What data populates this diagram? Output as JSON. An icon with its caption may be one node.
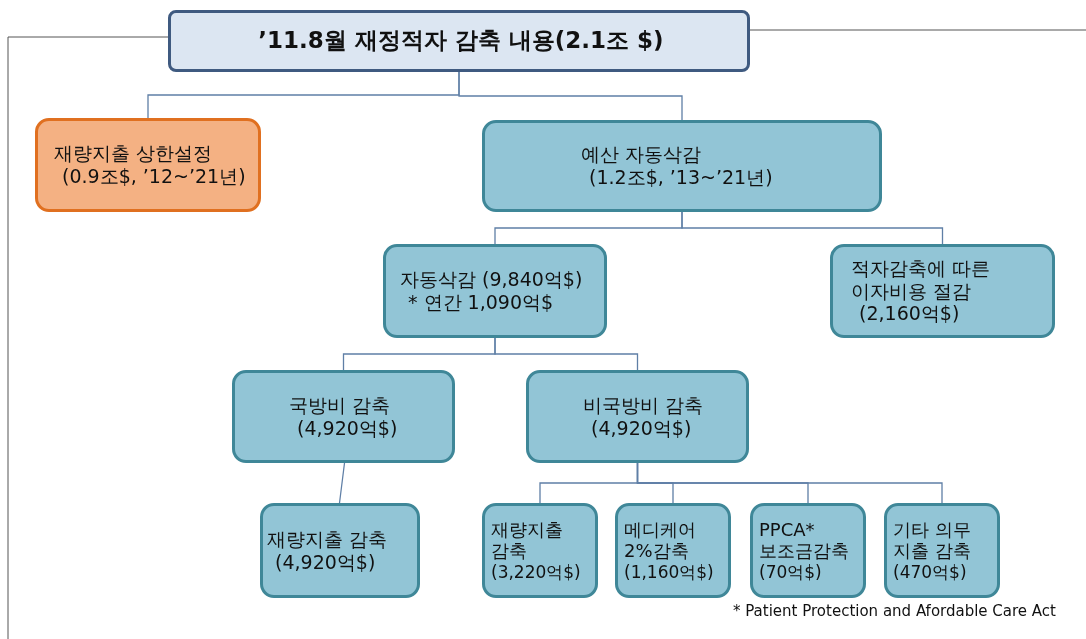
{
  "diagram": {
    "nodes": [
      {
        "text": [
          "’11.8월 재정적자 감축 내용(2.1조 $)"
        ]
      },
      {
        "text": [
          "재량지출 상한설정",
          "(0.9조$, ’12~’21년)"
        ]
      },
      {
        "text": [
          "예산 자동삭감",
          "(1.2조$, ’13~’21년)"
        ]
      },
      {
        "text": [
          "자동삭감 (9,840억$)",
          "* 연간 1,090억$"
        ]
      },
      {
        "text": [
          "적자감축에 따른 이자비용 절감",
          "(2,160억$)"
        ]
      },
      {
        "text": [
          "국방비 감축",
          "(4,920억$)"
        ]
      },
      {
        "text": [
          "비국방비 감축",
          "(4,920억$)"
        ]
      },
      {
        "text": [
          "재량지출 감축",
          "(4,920억$)"
        ]
      },
      {
        "text": [
          "재량지출 감축",
          "(3,220억$)"
        ]
      },
      {
        "text": [
          "메디케어 2%감축",
          "(1,160억$)"
        ]
      },
      {
        "text": [
          "PPCA* 보조금감축",
          "(70억$)"
        ]
      },
      {
        "text": [
          "기타 의무 지출 감축",
          "(470억$)"
        ]
      }
    ],
    "edges": [
      {
        "from": 0,
        "to": 1,
        "arrow": "none"
      },
      {
        "from": 0,
        "to": 2,
        "arrow": "none"
      },
      {
        "from": 2,
        "to": 3,
        "arrow": "none"
      },
      {
        "from": 2,
        "to": 4,
        "arrow": "none"
      },
      {
        "from": 3,
        "to": 5,
        "arrow": "none"
      },
      {
        "from": 3,
        "to": 6,
        "arrow": "none"
      },
      {
        "from": 5,
        "to": 7,
        "arrow": "none"
      },
      {
        "from": 6,
        "to": 8,
        "arrow": "none"
      },
      {
        "from": 6,
        "to": 9,
        "arrow": "none"
      },
      {
        "from": 6,
        "to": 10,
        "arrow": "none"
      },
      {
        "from": 6,
        "to": 11,
        "arrow": "none"
      }
    ],
    "labels": [
      "* Patient Protection and Afordable Care Act"
    ]
  }
}
